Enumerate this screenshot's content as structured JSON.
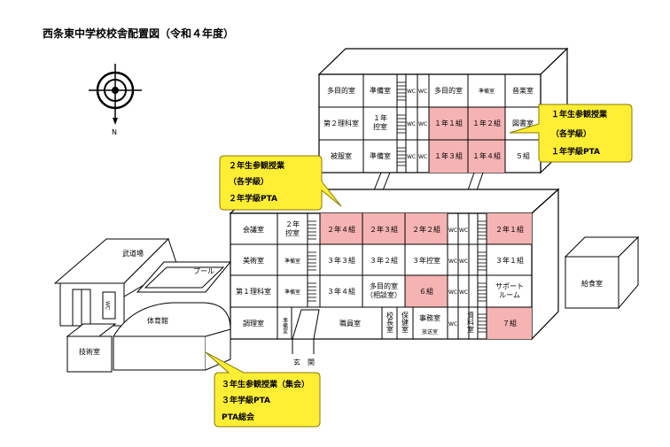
{
  "title": "西条東中学校校舎配置図（令和４年度）",
  "compass_label": "N",
  "colors": {
    "highlight": "#f6b3b3",
    "callout_fill": "#ffee33",
    "callout_stroke": "#8a7a00"
  },
  "north_building": {
    "rows": [
      [
        "多目的室",
        "準備室",
        "WC",
        "WC",
        "多目的室",
        "準備室",
        "音楽室"
      ],
      [
        "第２理科室",
        "１年\n控室",
        "WC",
        "WC",
        "１年１組",
        "１年２組",
        "図書室"
      ],
      [
        "被服室",
        "準備室",
        "WC",
        "WC",
        "１年３組",
        "１年４組",
        "５組"
      ]
    ]
  },
  "south_building": {
    "rows": [
      [
        "会議室",
        "２年\n控室",
        "２年４組",
        "２年３組",
        "２年２組",
        "WC",
        "WC",
        "２年１組"
      ],
      [
        "美術室",
        "準備室",
        "３年３組",
        "３年２組",
        "３年控室",
        "WC",
        "WC",
        "３年１組"
      ],
      [
        "第１理科室",
        "準備室",
        "３年４組",
        "多目的室\n（相談室）",
        "６組",
        "WC",
        "WC",
        "サポート\nルーム"
      ],
      [
        "調理室",
        "準備室",
        "職員室",
        "校長室",
        "保健室",
        "事務室",
        "WC",
        "資料室",
        "７組"
      ]
    ],
    "jimushitsu_sub": "放送室"
  },
  "other_buildings": {
    "budojo": "武道場",
    "pool": "プール",
    "gym": "体育館",
    "gijutsu": "技術室",
    "kyushoku": "給食室",
    "wc_small": "WC",
    "entrance": "玄　関"
  },
  "callouts": {
    "grade1": [
      "１年生参観授業",
      "（各学級）",
      "１年学級PTA"
    ],
    "grade2": [
      "２年生参観授業",
      "（各学級）",
      "２年学級PTA"
    ],
    "grade3": [
      "３年生参観授業（集会）",
      "３年学級PTA",
      "PTA総会"
    ]
  }
}
